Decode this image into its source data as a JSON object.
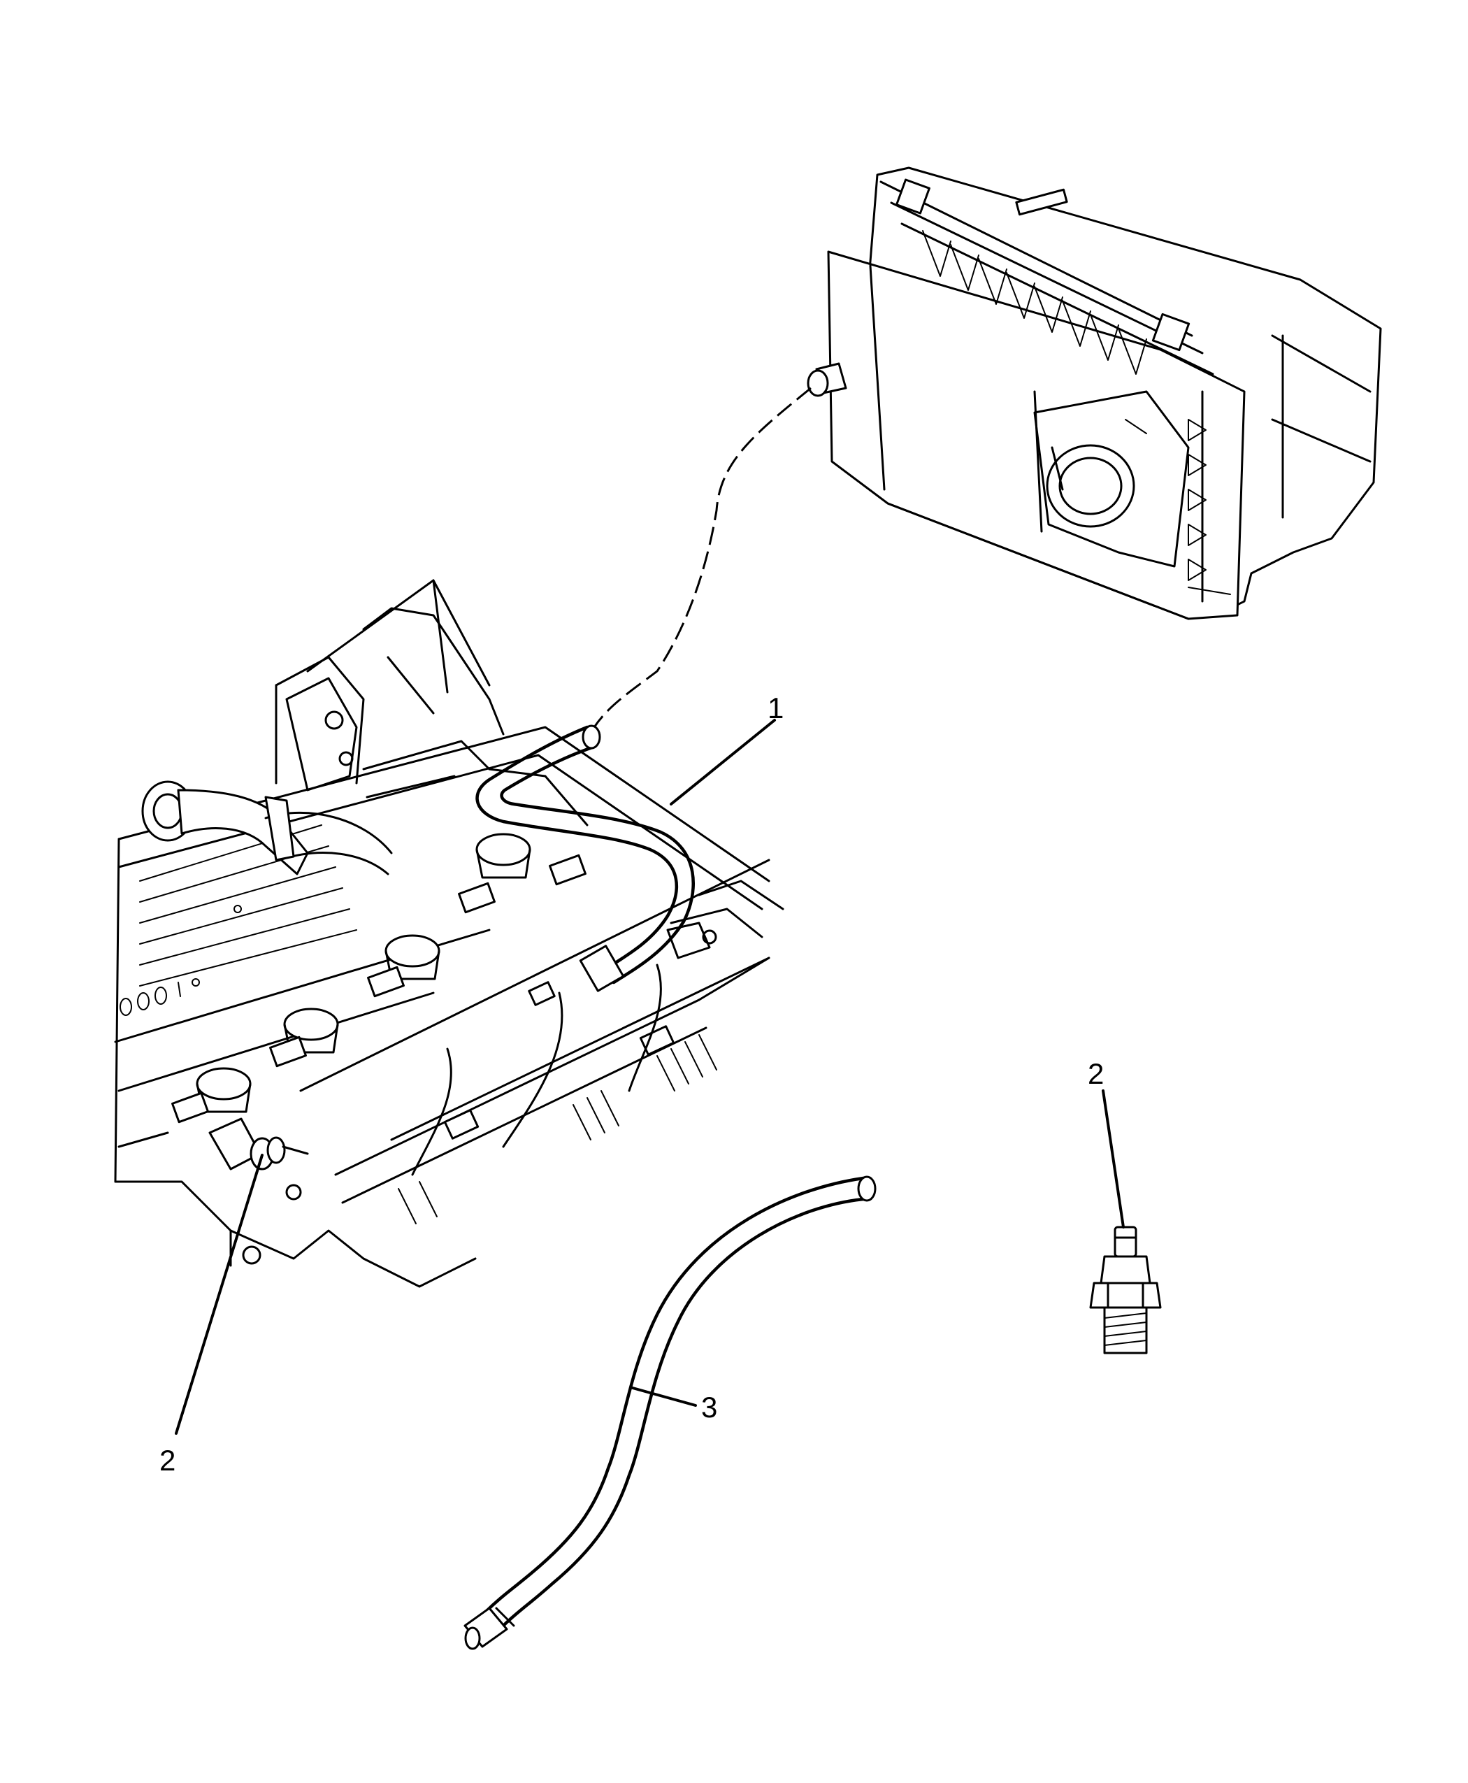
{
  "callouts": {
    "hose_1": "1",
    "fitting_left": "2",
    "fitting_right": "2",
    "tube_3": "3"
  }
}
